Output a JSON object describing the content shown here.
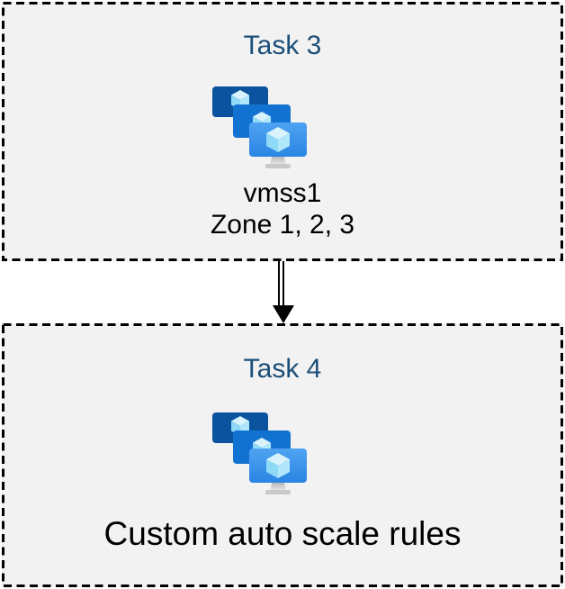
{
  "colors": {
    "box_fill": "#F2F2F2",
    "box_border": "#000000",
    "task_title": "#1B4E79",
    "label_text": "#000000",
    "monitor_back": "#0B539E",
    "monitor_middle": "#1272D1",
    "monitor_front_gradient_top": "#4FA3F2",
    "monitor_front_gradient_bottom": "#2A84E2",
    "cube_top_face": "#D8F3FC",
    "cube_left_face": "#8ED9F6",
    "cube_right_face": "#B0E7FA",
    "stand_gray": "#C9C9C9"
  },
  "tasks": [
    {
      "title": "Task 3",
      "icon": "vm-scale-sets-icon",
      "labels": [
        "vmss1",
        "Zone 1, 2, 3"
      ]
    },
    {
      "title": "Task 4",
      "icon": "vm-scale-sets-icon",
      "labels": [
        "Custom auto scale rules"
      ]
    }
  ],
  "connector": {
    "type": "double-line-arrow",
    "direction": "down",
    "from": "Task 3",
    "to": "Task 4"
  }
}
